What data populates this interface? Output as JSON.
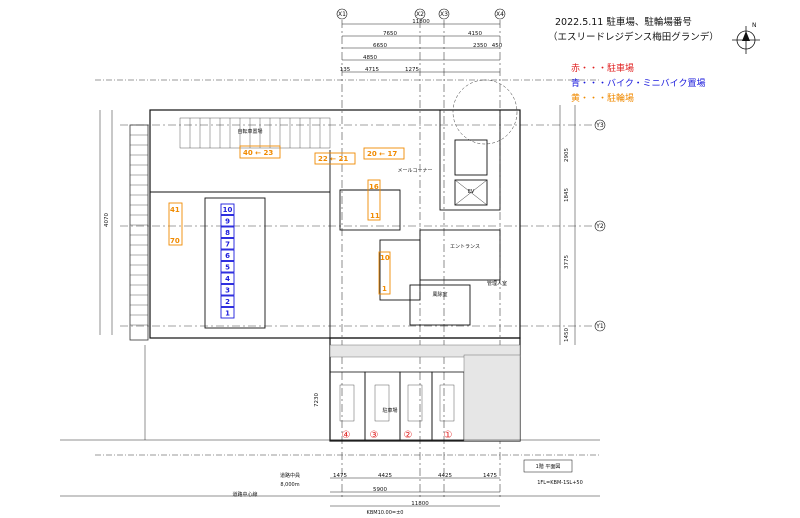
{
  "header": {
    "line1": "2022.5.11  駐車場、駐輪場番号",
    "line2": "（エスリードレジデンス梅田グランデ）"
  },
  "legend": {
    "red": "赤・・・駐車場",
    "blue": "青・・・バイク・ミニバイク置場",
    "yellow": "黄・・・駐輪場",
    "red_color": "#e02020",
    "blue_color": "#1a1adc",
    "yellow_color": "#f08a00"
  },
  "grid": {
    "x1": "X1",
    "x2": "X2",
    "x3": "X3",
    "x4": "X4",
    "y1": "Y1",
    "y2": "Y2",
    "y3": "Y3",
    "north": "N"
  },
  "dims": {
    "top_total": "11800",
    "top_a": "7650",
    "top_b": "4150",
    "top_c1": "6650",
    "top_c2": "2350",
    "top_c3": "450",
    "top_d1": "4850",
    "top_d2": "135",
    "top_d3": "4715",
    "top_d4": "1275",
    "right_1": "2905",
    "right_2": "1845",
    "right_3": "3775",
    "right_4": "1450",
    "left_1": "4070",
    "left_2": "7230",
    "bottom_1": "1475",
    "bottom_2": "4425",
    "bottom_3": "4425",
    "bottom_4": "1475",
    "bottom_total": "5900",
    "bottom_total2": "11800"
  },
  "labels": {
    "park_area": "駐車場",
    "parking_room": "自転車置場",
    "entrance": "エントランス",
    "wind_room": "風除室",
    "manager": "管理人室",
    "ev": "EV",
    "mail": "メールコーナー",
    "road_width": "道路中員",
    "road_value": "8,000m",
    "road_center": "道路中心線",
    "floor_title": "1階 平面図",
    "level_note": "1FL=KBM-1SL+50",
    "kbm": "KBM10.00=±0"
  },
  "bicycle_markers": [
    {
      "text": "40 ← 23"
    },
    {
      "text": "22 ← 21"
    },
    {
      "text": "20 ← 17"
    },
    {
      "text": "16"
    },
    {
      "text": "11"
    },
    {
      "text": "10"
    },
    {
      "text": "1"
    },
    {
      "text": "41"
    },
    {
      "text": "70"
    }
  ],
  "bike_slots": [
    "10",
    "9",
    "8",
    "7",
    "6",
    "5",
    "4",
    "3",
    "2",
    "1"
  ],
  "car_spaces": [
    "④",
    "③",
    "②",
    "①"
  ]
}
